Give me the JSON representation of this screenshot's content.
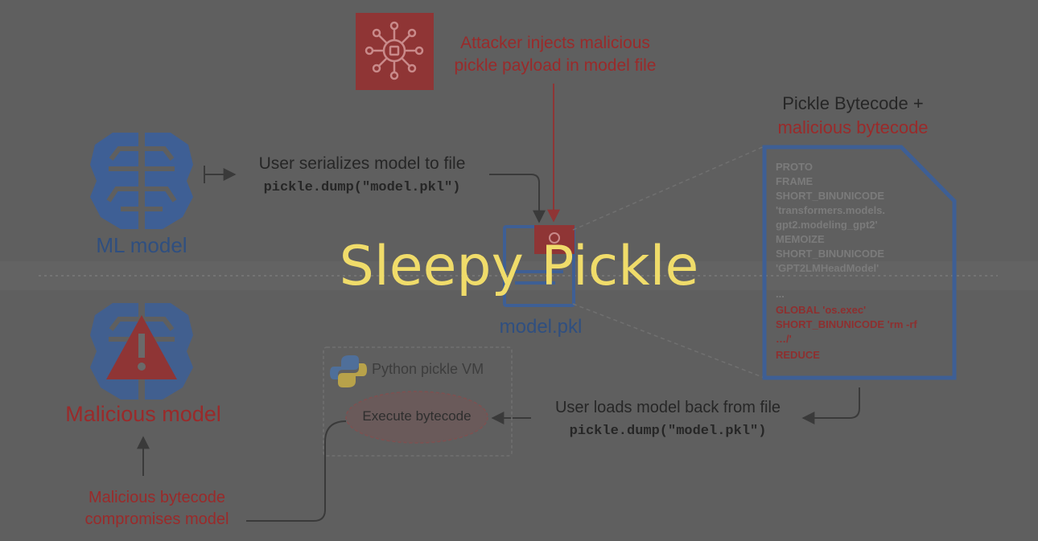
{
  "overlay_title": "Sleepy Pickle",
  "attacker": {
    "line1": "Attacker injects malicious",
    "line2": "pickle payload in model file"
  },
  "serialize": {
    "line1": "User serializes model to file",
    "code": "pickle.dump(\"model.pkl\")"
  },
  "ml_model_label": "ML model",
  "model_file_label": "model.pkl",
  "bytecode_header": {
    "line1": "Pickle Bytecode +",
    "line2": "malicious bytecode"
  },
  "bytecode_lines": [
    {
      "text": "PROTO",
      "kind": "normal"
    },
    {
      "text": "FRAME",
      "kind": "normal"
    },
    {
      "text": "SHORT_BINUNICODE",
      "kind": "normal"
    },
    {
      "text": "'transformers.models.",
      "kind": "normal"
    },
    {
      "text": "gpt2.modeling_gpt2'",
      "kind": "normal"
    },
    {
      "text": "MEMOIZE",
      "kind": "normal"
    },
    {
      "text": "SHORT_BINUNICODE",
      "kind": "normal"
    },
    {
      "text": "'GPT2LMHeadModel'",
      "kind": "normal"
    },
    {
      "text": "...",
      "kind": "normal"
    },
    {
      "text": "GLOBAL 'os.exec'",
      "kind": "malicious"
    },
    {
      "text": "SHORT_BINUNICODE 'rm -rf",
      "kind": "malicious"
    },
    {
      "text": "…/'",
      "kind": "malicious"
    },
    {
      "text": "REDUCE",
      "kind": "malicious"
    }
  ],
  "vm": {
    "label": "Python pickle VM",
    "execute": "Execute bytecode"
  },
  "load": {
    "line1": "User loads model back from file",
    "code": "pickle.dump(\"model.pkl\")"
  },
  "malicious_model_label": "Malicious model",
  "compromise": {
    "line1": "Malicious bytecode",
    "line2": "compromises model"
  },
  "colors": {
    "background": "#5f5f5f",
    "attacker_red": "#8f3535",
    "brain_blue": "#3e5f95",
    "label_red": "#9a2a2a",
    "title_yellow": "#f0dc6a"
  },
  "icons": [
    "network-security-icon",
    "brain-icon",
    "warning-triangle-icon",
    "document-icon",
    "python-logo-icon"
  ]
}
